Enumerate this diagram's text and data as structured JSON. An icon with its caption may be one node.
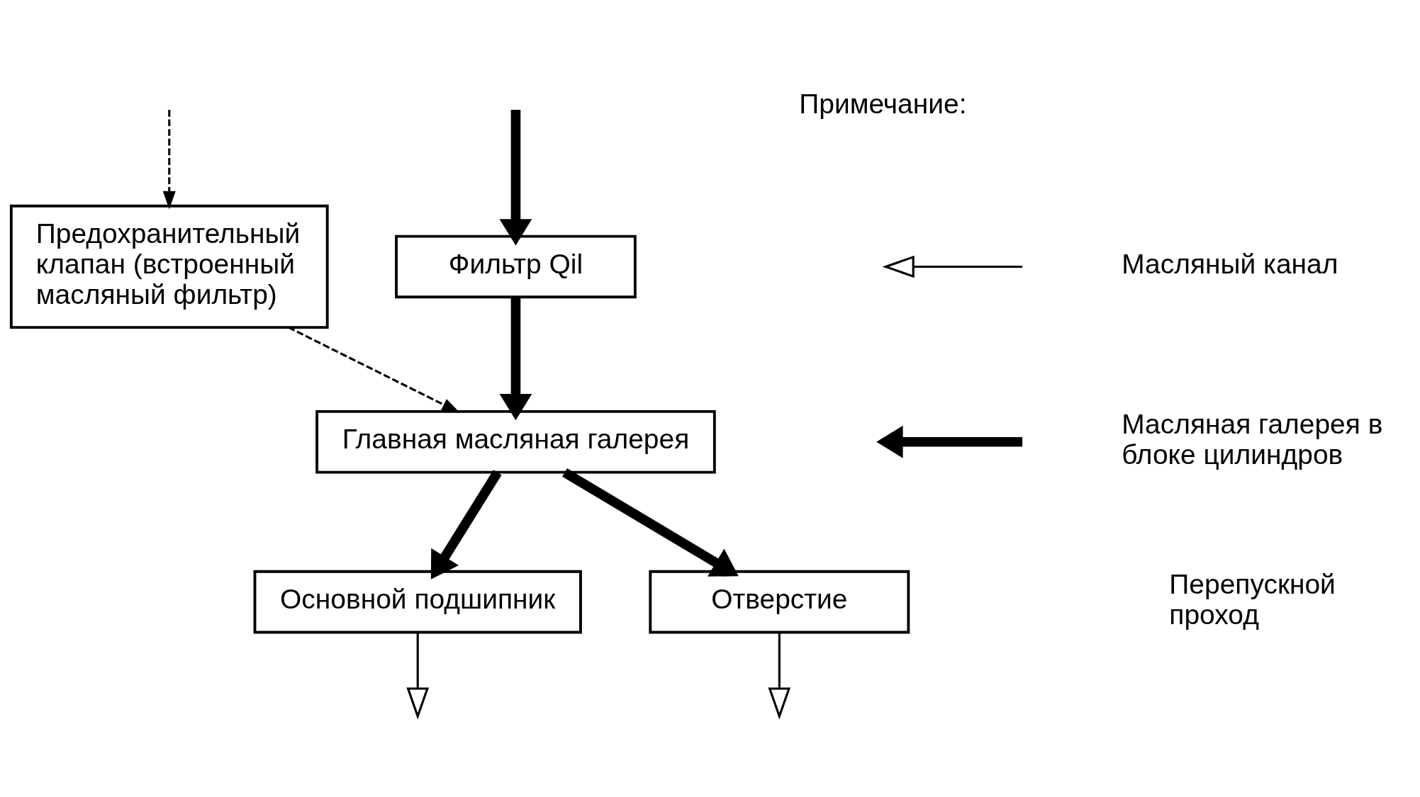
{
  "diagram": {
    "nodes": [
      {
        "text": [
          "Предохранительный клапан (встроенный масляный фильтр)"
        ]
      },
      {
        "text": [
          "Фильтр Qil"
        ]
      },
      {
        "text": [
          "Главная масляная галерея"
        ]
      },
      {
        "text": [
          "Основной подшипник"
        ]
      },
      {
        "text": [
          "Отверстие"
        ]
      }
    ],
    "edges": [
      {
        "from": 0,
        "to": 2,
        "arrow": "to",
        "style": "dashed"
      },
      {
        "from": 1,
        "to": 2,
        "arrow": "to",
        "style": "thick"
      },
      {
        "from": 2,
        "to": 4,
        "arrow": "to",
        "style": "thick"
      },
      {
        "from": 2,
        "to": 3,
        "arrow": "to",
        "style": "thick"
      },
      {
        "from": null,
        "to": 1,
        "arrow": "to",
        "style": "thick"
      },
      {
        "from": null,
        "to": 0,
        "arrow": "to",
        "style": "dashed"
      },
      {
        "from": 3,
        "to": null,
        "arrow": "to"
      },
      {
        "from": 4,
        "to": null,
        "arrow": "to"
      }
    ],
    "labels": [
      "Примечание:",
      "Перепускной проход"
    ],
    "legend": [
      {
        "text": "Масляный канал"
      },
      {
        "text": "Масляная галерея в блоке цилиндров"
      }
    ]
  }
}
